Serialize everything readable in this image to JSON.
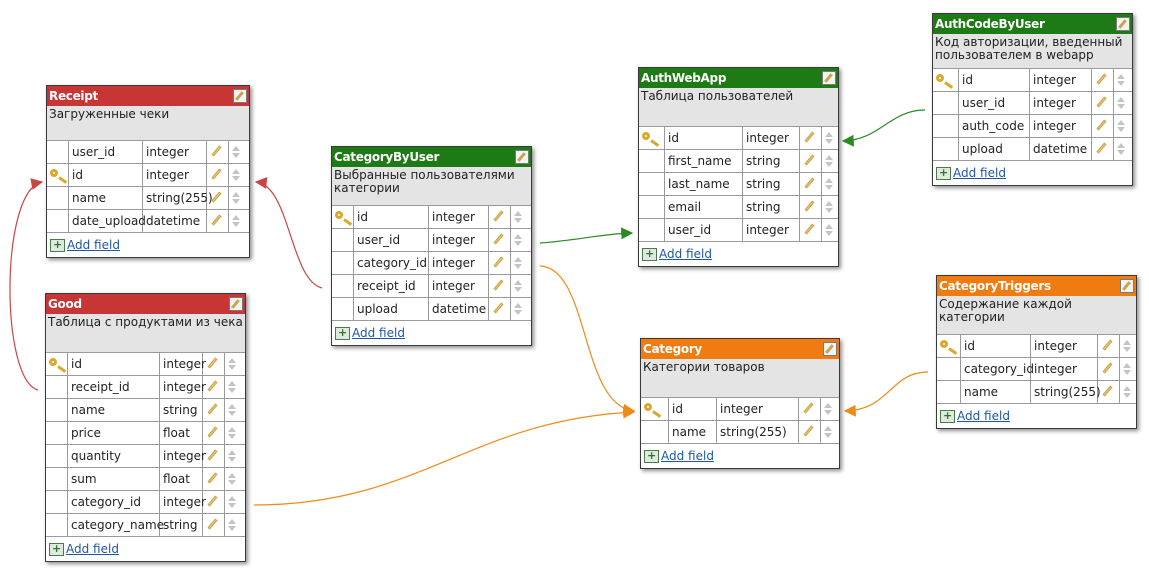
{
  "colors": {
    "red_header": "#c83535",
    "green_header": "#1e7a14",
    "orange_header": "#f07b10",
    "red_wire": "#c84646",
    "green_wire": "#2a8a24",
    "orange_wire": "#f08a18"
  },
  "add_field_label": "Add field",
  "tables": {
    "receipt": {
      "name": "Receipt",
      "description": "Загруженные чеки",
      "fields": [
        {
          "name": "user_id",
          "type": "integer",
          "pk": false
        },
        {
          "name": "id",
          "type": "integer",
          "pk": true
        },
        {
          "name": "name",
          "type": "string(255)",
          "pk": false
        },
        {
          "name": "date_upload",
          "type": "datetime",
          "pk": false
        }
      ]
    },
    "good": {
      "name": "Good",
      "description": "Таблица с продуктами из чека",
      "fields": [
        {
          "name": "id",
          "type": "integer",
          "pk": true
        },
        {
          "name": "receipt_id",
          "type": "integer",
          "pk": false
        },
        {
          "name": "name",
          "type": "string",
          "pk": false
        },
        {
          "name": "price",
          "type": "float",
          "pk": false
        },
        {
          "name": "quantity",
          "type": "integer",
          "pk": false
        },
        {
          "name": "sum",
          "type": "float",
          "pk": false
        },
        {
          "name": "category_id",
          "type": "integer",
          "pk": false
        },
        {
          "name": "category_name",
          "type": "string",
          "pk": false
        }
      ]
    },
    "category_by_user": {
      "name": "CategoryByUser",
      "description": "Выбранные пользователями категории",
      "fields": [
        {
          "name": "id",
          "type": "integer",
          "pk": true
        },
        {
          "name": "user_id",
          "type": "integer",
          "pk": false
        },
        {
          "name": "category_id",
          "type": "integer",
          "pk": false
        },
        {
          "name": "receipt_id",
          "type": "integer",
          "pk": false
        },
        {
          "name": "upload",
          "type": "datetime",
          "pk": false
        }
      ]
    },
    "auth_web_app": {
      "name": "AuthWebApp",
      "description": "Таблица пользователей",
      "fields": [
        {
          "name": "id",
          "type": "integer",
          "pk": true
        },
        {
          "name": "first_name",
          "type": "string",
          "pk": false
        },
        {
          "name": "last_name",
          "type": "string",
          "pk": false
        },
        {
          "name": "email",
          "type": "string",
          "pk": false
        },
        {
          "name": "user_id",
          "type": "integer",
          "pk": false
        }
      ]
    },
    "auth_code_by_user": {
      "name": "AuthCodeByUser",
      "description": "Код авторизации, введенный пользователем в webapp",
      "fields": [
        {
          "name": "id",
          "type": "integer",
          "pk": true
        },
        {
          "name": "user_id",
          "type": "integer",
          "pk": false
        },
        {
          "name": "auth_code",
          "type": "integer",
          "pk": false
        },
        {
          "name": "upload",
          "type": "datetime",
          "pk": false
        }
      ]
    },
    "category": {
      "name": "Category",
      "description": "Категории товаров",
      "fields": [
        {
          "name": "id",
          "type": "integer",
          "pk": true
        },
        {
          "name": "name",
          "type": "string(255)",
          "pk": false
        }
      ]
    },
    "category_triggers": {
      "name": "CategoryTriggers",
      "description": "Содержание каждой категории",
      "fields": [
        {
          "name": "id",
          "type": "integer",
          "pk": true
        },
        {
          "name": "category_id",
          "type": "integer",
          "pk": false
        },
        {
          "name": "name",
          "type": "string(255)",
          "pk": false
        }
      ]
    }
  },
  "relations": [
    {
      "from": "CategoryByUser.receipt_id",
      "to": "Receipt.id"
    },
    {
      "from": "Good.receipt_id",
      "to": "Receipt.id"
    },
    {
      "from": "CategoryByUser.user_id",
      "to": "AuthWebApp.id"
    },
    {
      "from": "AuthCodeByUser.user_id",
      "to": "AuthWebApp.id"
    },
    {
      "from": "CategoryByUser.category_id",
      "to": "Category.id"
    },
    {
      "from": "Good.category_id",
      "to": "Category.id"
    },
    {
      "from": "CategoryTriggers.category_id",
      "to": "Category.id"
    }
  ]
}
